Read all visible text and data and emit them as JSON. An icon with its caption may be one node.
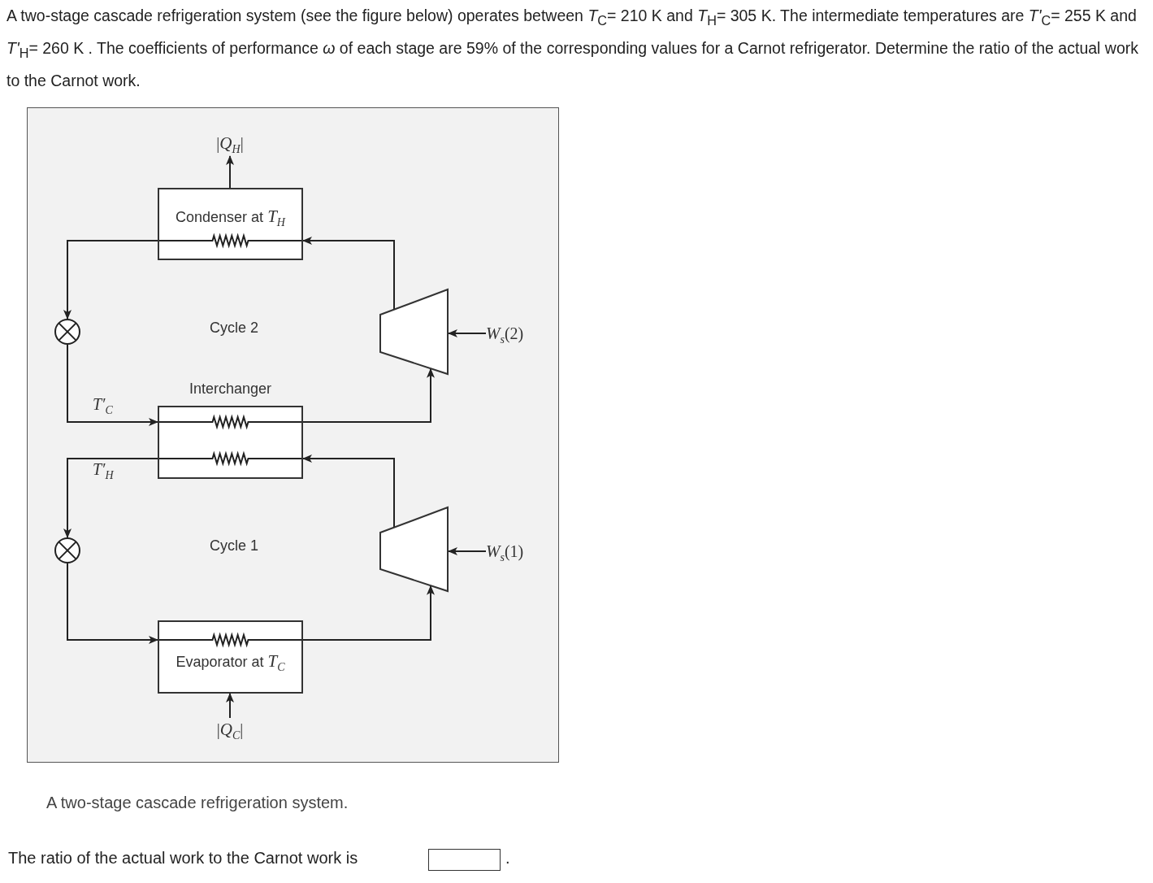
{
  "diagram": {
    "caption": "A two-stage cascade refrigeration system.",
    "nodes": [
      {
        "text": [
          "|*Q*$_{H}$|"
        ]
      },
      {
        "text": [
          "Condenser at *T*$_{H}$"
        ]
      },
      {
        "text": [],
        "shape": "trapezoid"
      },
      {
        "text": [
          "*W*$_{s}$(2)"
        ]
      },
      {
        "text": [],
        "shape": "circle"
      },
      {
        "text": [
          "Interchanger"
        ]
      },
      {
        "text": [],
        "shape": "trapezoid"
      },
      {
        "text": [
          "*W*$_{s}$(1)"
        ]
      },
      {
        "text": [],
        "shape": "circle"
      },
      {
        "text": [
          "Evaporator at *T*$_{C}$"
        ]
      },
      {
        "text": [
          "|*Q*$_{C}$|"
        ]
      }
    ],
    "edges": [
      {
        "from": 1,
        "to": 0,
        "arrow": "to"
      },
      {
        "from": 2,
        "to": 1,
        "arrow": "to"
      },
      {
        "from": 1,
        "to": 4,
        "arrow": "to"
      },
      {
        "from": 4,
        "to": 5,
        "arrow": "to"
      },
      {
        "from": 5,
        "to": 2,
        "arrow": "to"
      },
      {
        "from": 3,
        "to": 2,
        "arrow": "to"
      },
      {
        "from": 6,
        "to": 5,
        "arrow": "to"
      },
      {
        "from": 5,
        "to": 8,
        "arrow": "to"
      },
      {
        "from": 8,
        "to": 9,
        "arrow": "to"
      },
      {
        "from": 9,
        "to": 6,
        "arrow": "to"
      },
      {
        "from": 7,
        "to": 6,
        "arrow": "to"
      },
      {
        "from": 10,
        "to": 9,
        "arrow": "to"
      }
    ],
    "labels": [
      "A two-stage cascade refrigeration system (see the figure below) operates between *T*$_{C}$= 210 K and *T*$_{H}$= 305 K. The intermediate temperatures are *T'*$_{C}$= 255 K and *T'*$_{H}$= 260 K . The coefficients of performance *ω* of each stage are 59% of the corresponding values for a Carnot refrigerator. Determine the ratio of the actual work to the Carnot work.",
      "Cycle 2",
      "T′$_{C}$",
      "T′$_{H}$",
      "Cycle 1",
      "The ratio of the actual work to the Carnot work is",
      "."
    ]
  }
}
